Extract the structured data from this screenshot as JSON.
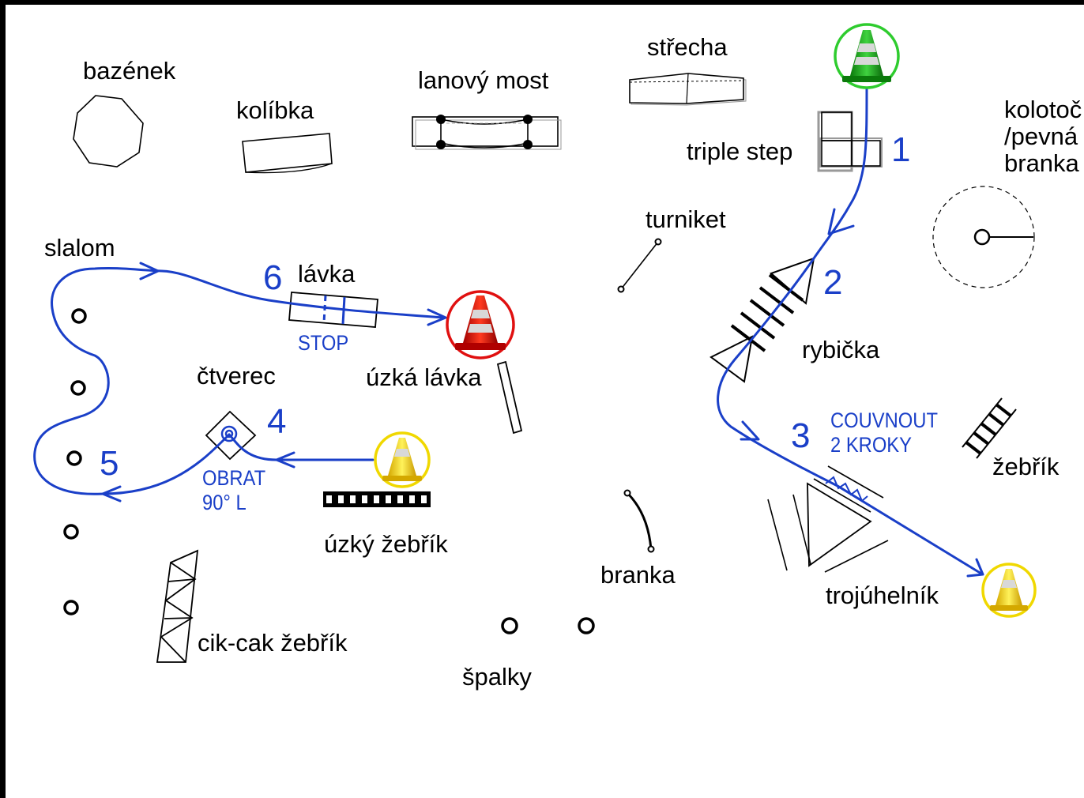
{
  "labels": {
    "bazenek": "bazének",
    "kolibka": "kolíbka",
    "lanovy_most": "lanový most",
    "strecha": "střecha",
    "triple_step": "triple step",
    "kolotoc_1": "kolotoč",
    "kolotoc_2": "/pevná",
    "kolotoc_3": "branka",
    "turniket": "turniket",
    "slalom": "slalom",
    "lavka": "lávka",
    "uzka_lavka": "úzká lávka",
    "rybicka": "rybička",
    "ctverec": "čtverec",
    "zebrik": "žebřík",
    "uzky_zebrik": "úzký žebřík",
    "branka": "branka",
    "trojuhelnik": "trojúhelník",
    "cik_cak_zebrik": "cik-cak žebřík",
    "spalky": "špalky"
  },
  "steps": [
    "1",
    "2",
    "3",
    "4",
    "5",
    "6"
  ],
  "notes": {
    "stop": "STOP",
    "couvnout_1": "COUVNOUT",
    "couvnout_2": "2 KROKY",
    "obrat_1": "OBRAT",
    "obrat_2": "90° L"
  },
  "colors": {
    "path": "#1a3fc8",
    "start_cone": "#2ecc2e",
    "finish_cone": "#e01010",
    "waypoint_cone": "#f0d800"
  }
}
